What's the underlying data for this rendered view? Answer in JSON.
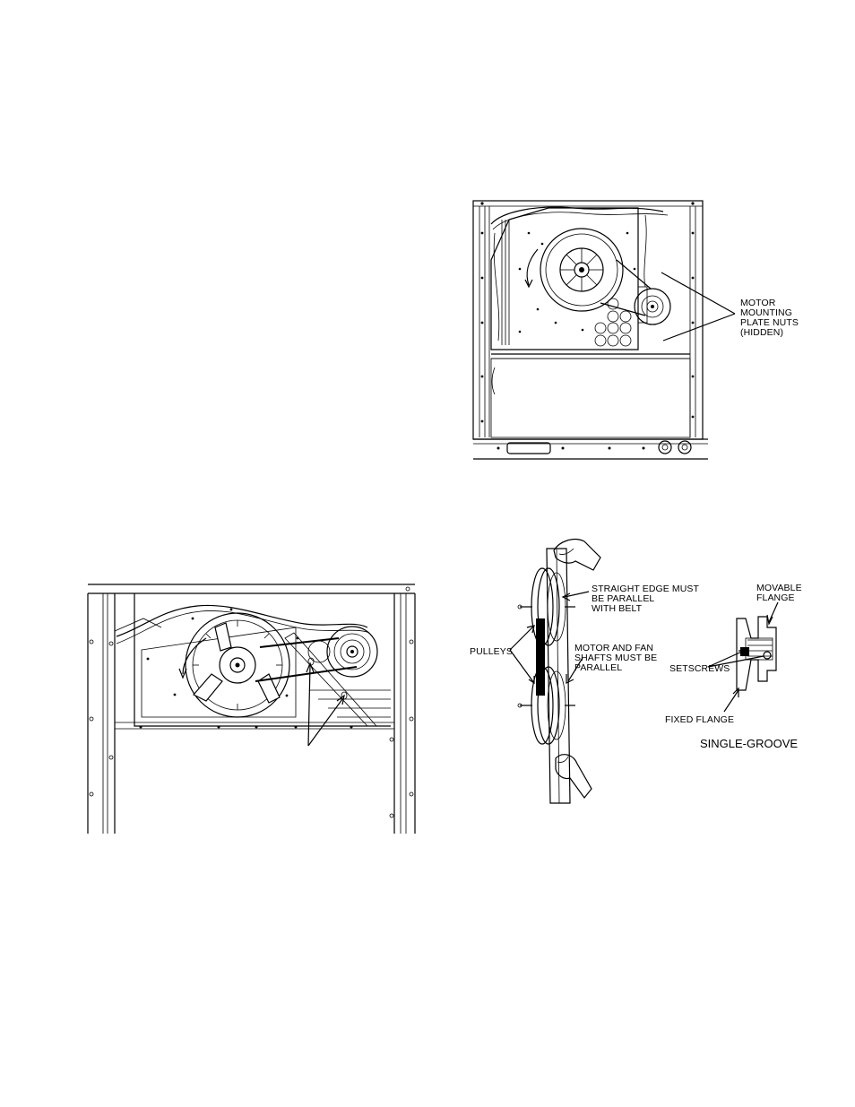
{
  "figure_motor_plate": {
    "label_lines": [
      "MOTOR",
      "MOUNTING",
      "PLATE NUTS",
      "(HIDDEN)"
    ]
  },
  "figure_belt_alignment": {
    "straight_edge_lines": [
      "STRAIGHT EDGE MUST",
      "BE PARALLEL",
      "WITH BELT"
    ],
    "shafts_lines": [
      "MOTOR AND FAN",
      "SHAFTS MUST BE",
      "PARALLEL"
    ],
    "pulleys_label": "PULLEYS",
    "movable_flange_lines": [
      "MOVABLE",
      "FLANGE"
    ],
    "setscrews_label": "SETSCREWS",
    "fixed_flange_label": "FIXED FLANGE",
    "single_groove_label": "SINGLE-GROOVE"
  }
}
